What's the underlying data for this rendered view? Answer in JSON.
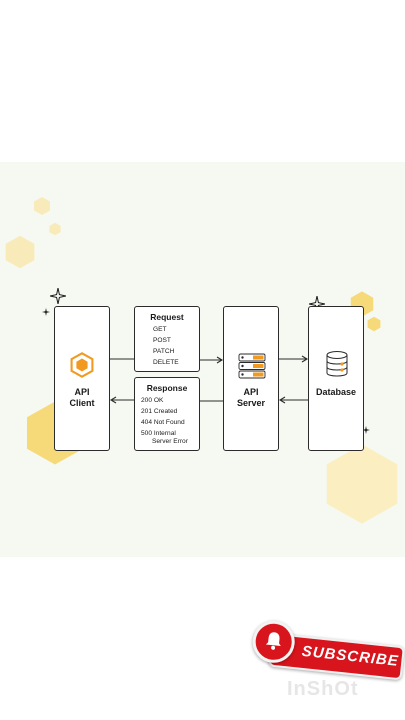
{
  "diagram": {
    "client": {
      "label_line1": "API",
      "label_line2": "Client"
    },
    "server": {
      "label_line1": "API",
      "label_line2": "Server"
    },
    "database": {
      "label": "Database"
    },
    "request": {
      "title": "Request",
      "items": [
        "GET",
        "POST",
        "PATCH",
        "DELETE"
      ]
    },
    "response": {
      "title": "Response",
      "items": [
        "200 OK",
        "201 Created",
        "404 Not Found",
        "500 Internal\n      Server Error"
      ]
    }
  },
  "subscribe_badge": {
    "label": "SUBSCRIBE"
  },
  "watermark": {
    "text": "InShOt"
  },
  "colors": {
    "panel_bg": "#f5f9f1",
    "hex_light": "#fbeec1",
    "hex_mid": "#f7e08a",
    "accent_orange": "#f19a1f",
    "subscribe_red": "#d8141c"
  }
}
